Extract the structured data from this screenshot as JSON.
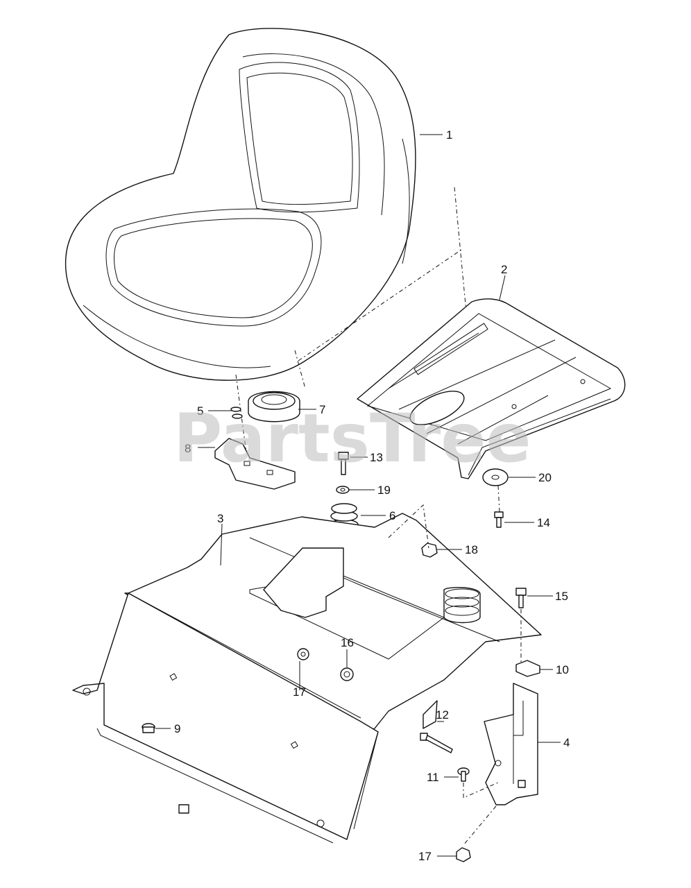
{
  "watermark": "PartsTree",
  "callouts": [
    {
      "id": "c1",
      "label": "1"
    },
    {
      "id": "c2",
      "label": "2"
    },
    {
      "id": "c3",
      "label": "3"
    },
    {
      "id": "c4",
      "label": "4"
    },
    {
      "id": "c5",
      "label": "5"
    },
    {
      "id": "c6",
      "label": "6"
    },
    {
      "id": "c7",
      "label": "7"
    },
    {
      "id": "c8",
      "label": "8"
    },
    {
      "id": "c9",
      "label": "9"
    },
    {
      "id": "c10",
      "label": "10"
    },
    {
      "id": "c11",
      "label": "11"
    },
    {
      "id": "c12",
      "label": "12"
    },
    {
      "id": "c13",
      "label": "13"
    },
    {
      "id": "c14",
      "label": "14"
    },
    {
      "id": "c15",
      "label": "15"
    },
    {
      "id": "c16",
      "label": "16"
    },
    {
      "id": "c17a",
      "label": "17"
    },
    {
      "id": "c17b",
      "label": "17"
    },
    {
      "id": "c18",
      "label": "18"
    },
    {
      "id": "c19",
      "label": "19"
    },
    {
      "id": "c20",
      "label": "20"
    }
  ]
}
